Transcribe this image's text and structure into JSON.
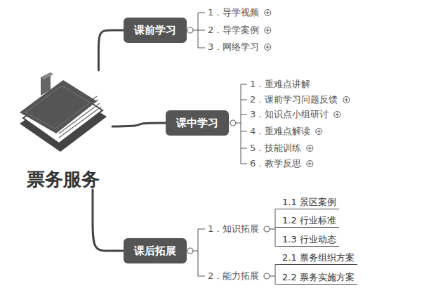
{
  "diagram": {
    "nodes": [
      {
        "text": [
          "票务服务"
        ]
      },
      {
        "text": [
          "课前学习"
        ]
      },
      {
        "text": [
          "课中学习"
        ]
      },
      {
        "text": [
          "课后拓展"
        ]
      }
    ],
    "edges": [
      {
        "from": 0,
        "to": 1,
        "arrow": "none"
      },
      {
        "from": 0,
        "to": 2,
        "arrow": "none"
      },
      {
        "from": 0,
        "to": 3,
        "arrow": "none"
      }
    ],
    "labels": [
      "1．导学视频",
      "2．导学案例",
      "3．网络学习",
      "1．重难点讲解",
      "2．课前学习问题反馈",
      "3．知识点小组研讨",
      "4．重难点解读",
      "5．技能训练",
      "6．教学反思",
      "1．知识拓展",
      "1.1 景区案例",
      "1.2 行业标准",
      "1.3 行业动态",
      "2．能力拓展",
      "2.1 票务组织方案",
      "2.2 票务实施方案"
    ]
  }
}
